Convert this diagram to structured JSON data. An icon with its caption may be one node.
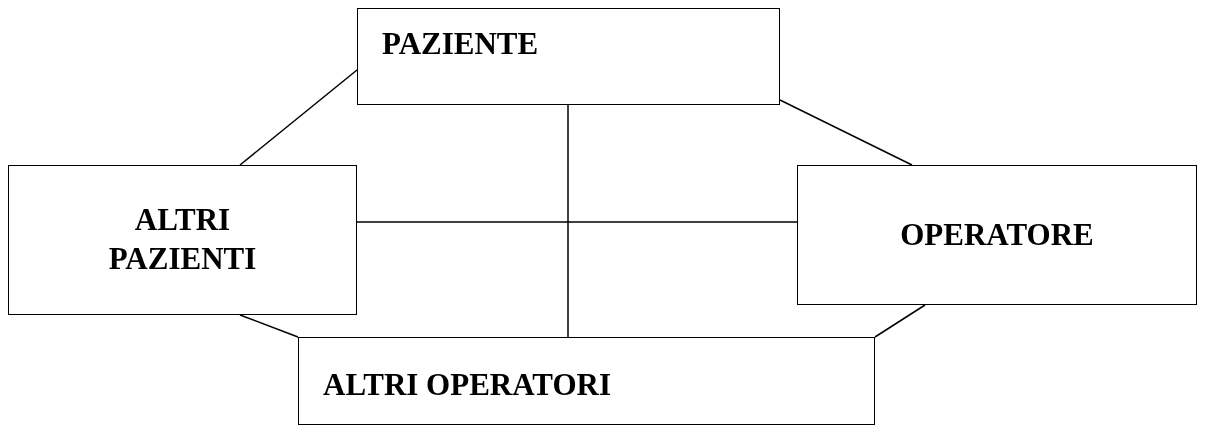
{
  "diagram": {
    "nodes": [
      {
        "text": [
          "PAZIENTE"
        ]
      },
      {
        "text": [
          "ALTRI PAZIENTI"
        ]
      },
      {
        "text": [
          "OPERATORE"
        ]
      },
      {
        "text": [
          "ALTRI OPERATORI"
        ]
      }
    ],
    "edges": [
      {
        "from": 0,
        "to": 1,
        "arrow": "none"
      },
      {
        "from": 0,
        "to": 2,
        "arrow": "none"
      },
      {
        "from": 1,
        "to": 2,
        "arrow": "none"
      },
      {
        "from": 0,
        "to": 3,
        "arrow": "none"
      },
      {
        "from": 1,
        "to": 3,
        "arrow": "none"
      },
      {
        "from": 2,
        "to": 3,
        "arrow": "none"
      }
    ]
  }
}
